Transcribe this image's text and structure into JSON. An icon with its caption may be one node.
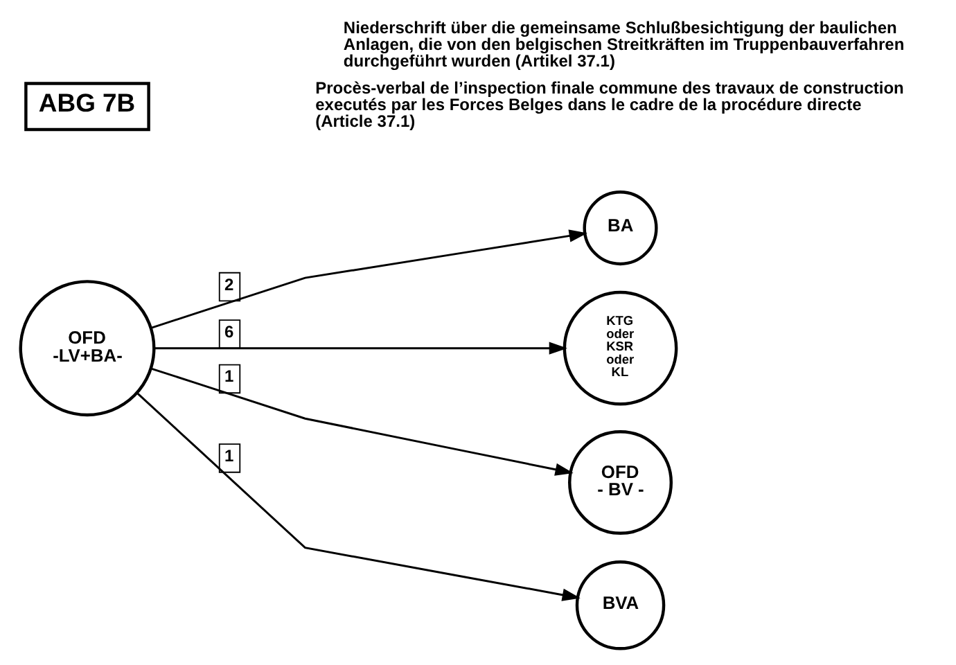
{
  "diagram": {
    "title": "Niederschrift über die gemeinsame Schlußbesichtigung der baulichen Anlagen, die von den belgischen Streitkräften im Truppenbauverfahren durchgeführt wurden (Artikel 37.1)",
    "nodes": [
      {
        "text": [
          "ABG 7B"
        ]
      },
      {
        "text": [
          "OFD -LV+BA-"
        ]
      },
      {
        "text": [
          "BA"
        ]
      },
      {
        "text": [
          "KTG oder KSR oder KL"
        ]
      },
      {
        "text": [
          "OFD - BV -"
        ]
      },
      {
        "text": [
          "BVA"
        ]
      }
    ],
    "edges": [
      {
        "from": 1,
        "to": 2,
        "arrow": "to",
        "label": "2"
      },
      {
        "from": 1,
        "to": 3,
        "arrow": "to",
        "label": "6"
      },
      {
        "from": 1,
        "to": 4,
        "arrow": "to",
        "label": "1"
      },
      {
        "from": 1,
        "to": 5,
        "arrow": "to",
        "label": "1"
      }
    ],
    "labels": [
      "Procès-verbal de l’inspection finale commune des travaux de construction executés par les Forces Belges dans le cadre de la procédure directe (Article 37.1)"
    ]
  }
}
